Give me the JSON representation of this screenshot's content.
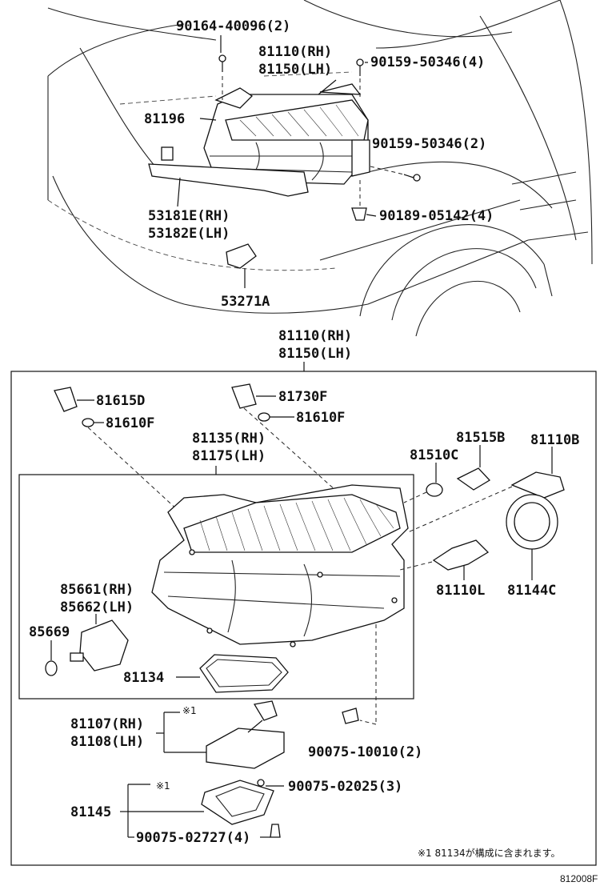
{
  "diagram": {
    "top_labels": {
      "screw_top": "90164-40096(2)",
      "assy_rh": "81110(RH)",
      "assy_lh": "81150(LH)",
      "screw_right": "90159-50346(4)",
      "bracket": "81196",
      "screw_side": "90159-50346(2)",
      "clip": "90189-05142(4)",
      "mould_rh": "53181E(RH)",
      "mould_lh": "53182E(LH)",
      "lock": "53271A"
    },
    "assy_labels": {
      "assy_rh": "81110(RH)",
      "assy_lh": "81150(LH)"
    },
    "parts": {
      "socket_left": "81615D",
      "bulb_left": "81610F",
      "socket_center": "81730F",
      "bulb_center": "81610F",
      "unit_rh": "81135(RH)",
      "unit_lh": "81175(LH)",
      "bulb_small": "81510C",
      "socket_right": "81515B",
      "bulb_hi": "81110B",
      "bulb_lo": "81110L",
      "cover": "81144C",
      "actuator_rh": "85661(RH)",
      "actuator_lh": "85662(LH)",
      "oring": "85669",
      "gasket": "81134",
      "computer_rh": "81107(RH)",
      "computer_lh": "81108(LH)",
      "note_mark_1": "※1",
      "screw_ballast": "90075-10010(2)",
      "screw_bracket": "90075-02025(3)",
      "bracket_ballast": "81145",
      "note_mark_2": "※1",
      "screw_bottom": "90075-02727(4)"
    },
    "footnote": "※1 81134が構成に含まれます。",
    "figure_code": "812008F"
  }
}
